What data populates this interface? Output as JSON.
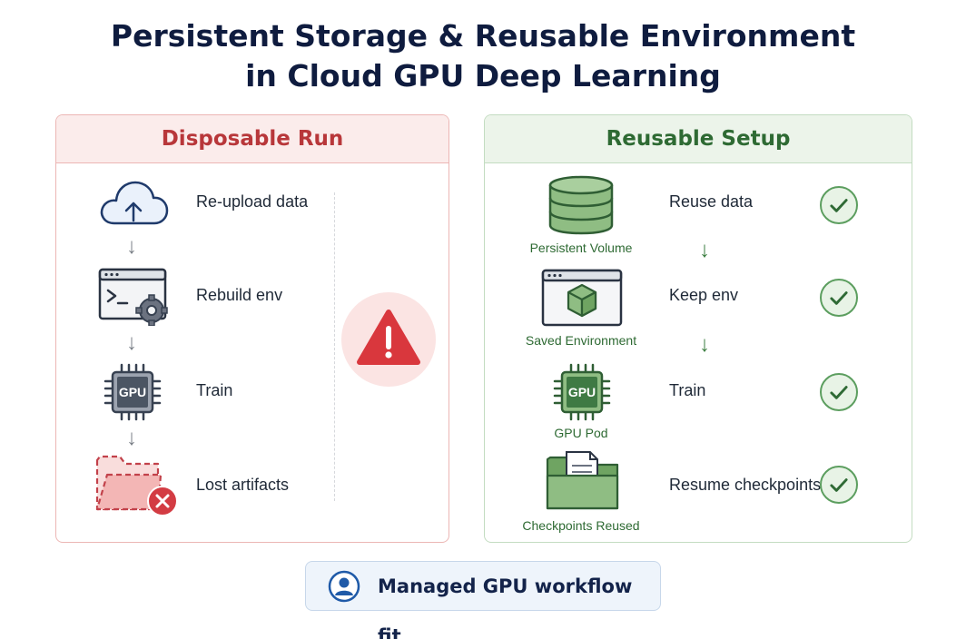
{
  "title_line1": "Persistent Storage & Reusable Environment",
  "title_line2": "in Cloud GPU Deep Learning",
  "left_panel": {
    "header": "Disposable Run",
    "steps": [
      {
        "label": "Re-upload data",
        "icon": "cloud-upload-icon"
      },
      {
        "label": "Rebuild env",
        "icon": "terminal-gear-icon"
      },
      {
        "label": "Train",
        "icon": "gpu-chip-icon",
        "chip_text": "GPU"
      },
      {
        "label": "Lost artifacts",
        "icon": "folder-error-icon"
      }
    ],
    "warning_icon": "warning-triangle-icon"
  },
  "right_panel": {
    "header": "Reusable Setup",
    "steps": [
      {
        "label": "Reuse data",
        "caption": "Persistent Volume",
        "icon": "database-icon"
      },
      {
        "label": "Keep env",
        "caption": "Saved Environment",
        "icon": "window-cube-icon"
      },
      {
        "label": "Train",
        "caption": "GPU Pod",
        "icon": "gpu-chip-icon",
        "chip_text": "GPU"
      },
      {
        "label": "Resume checkpoints",
        "caption": "Checkpoints Reused",
        "icon": "folder-document-icon"
      }
    ],
    "status_icon": "check-circle-icon"
  },
  "footer": {
    "text": "Managed GPU workflow fit",
    "icon": "user-icon"
  },
  "colors": {
    "title": "#0f1c3f",
    "disposable_accent": "#b8373a",
    "reusable_accent": "#2e6a33",
    "check_green": "#3a7d3f"
  }
}
